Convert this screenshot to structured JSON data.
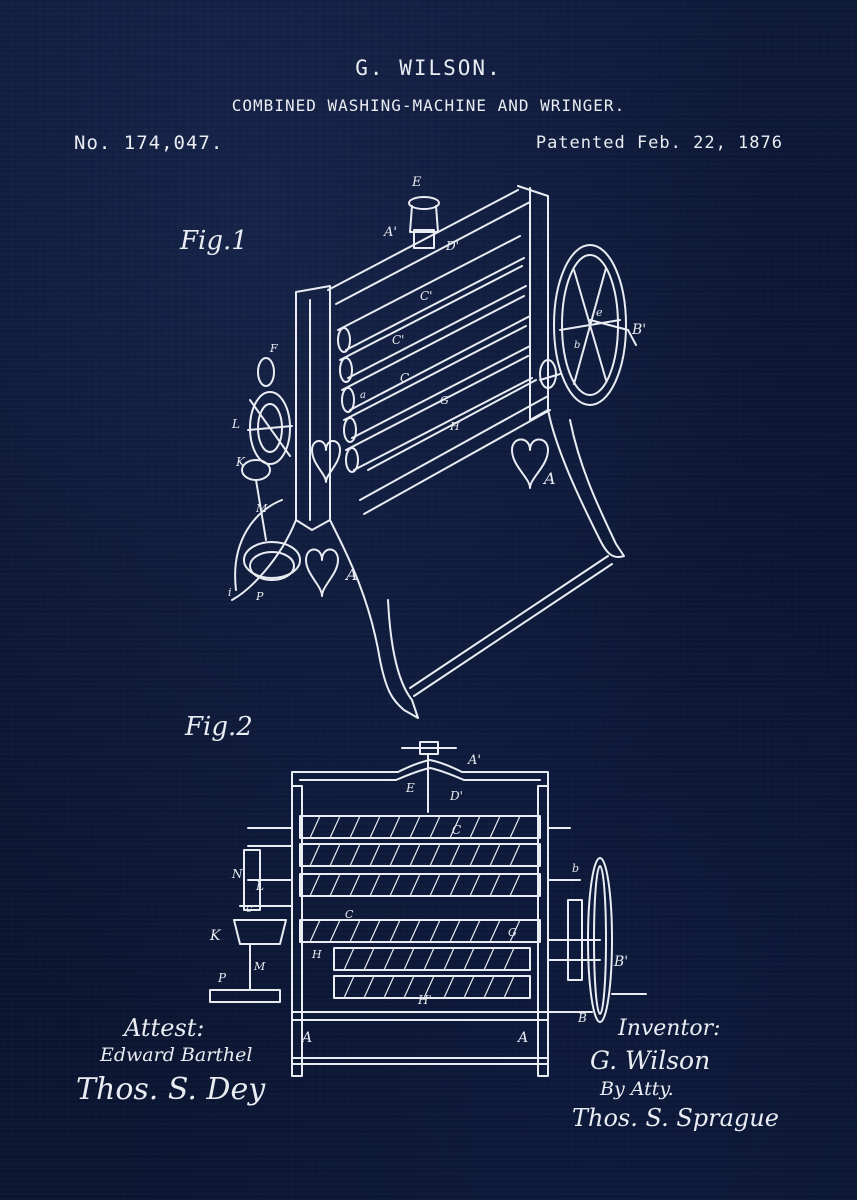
{
  "header": {
    "inventor": "G. WILSON.",
    "title": "COMBINED WASHING-MACHINE AND WRINGER.",
    "patent_number": "No. 174,047.",
    "patent_date": "Patented Feb. 22, 1876"
  },
  "figures": {
    "fig1": "Fig.1",
    "fig2": "Fig.2"
  },
  "signatures": {
    "attest_label": "Attest:",
    "witness_1": "Edward Barthel",
    "witness_2": "Thos. S. Dey",
    "inventor_label": "Inventor:",
    "inventor_name": "G. Wilson",
    "by_attorney": "By Atty.",
    "attorney_name": "Thos. S. Sprague"
  },
  "part_labels": {
    "fig1": [
      "E",
      "A'",
      "D'",
      "C'",
      "B'",
      "e",
      "G",
      "F",
      "C",
      "A",
      "a",
      "b",
      "L",
      "H",
      "K",
      "M",
      "A",
      "P",
      "i",
      "A"
    ],
    "fig2": [
      "A'",
      "E",
      "D'",
      "C",
      "G",
      "b",
      "N",
      "L",
      "c",
      "K",
      "H",
      "B'",
      "P",
      "M",
      "B",
      "H'",
      "A",
      "A"
    ]
  },
  "colors": {
    "background": "#0b1530",
    "ink": "#e9ecf2"
  }
}
